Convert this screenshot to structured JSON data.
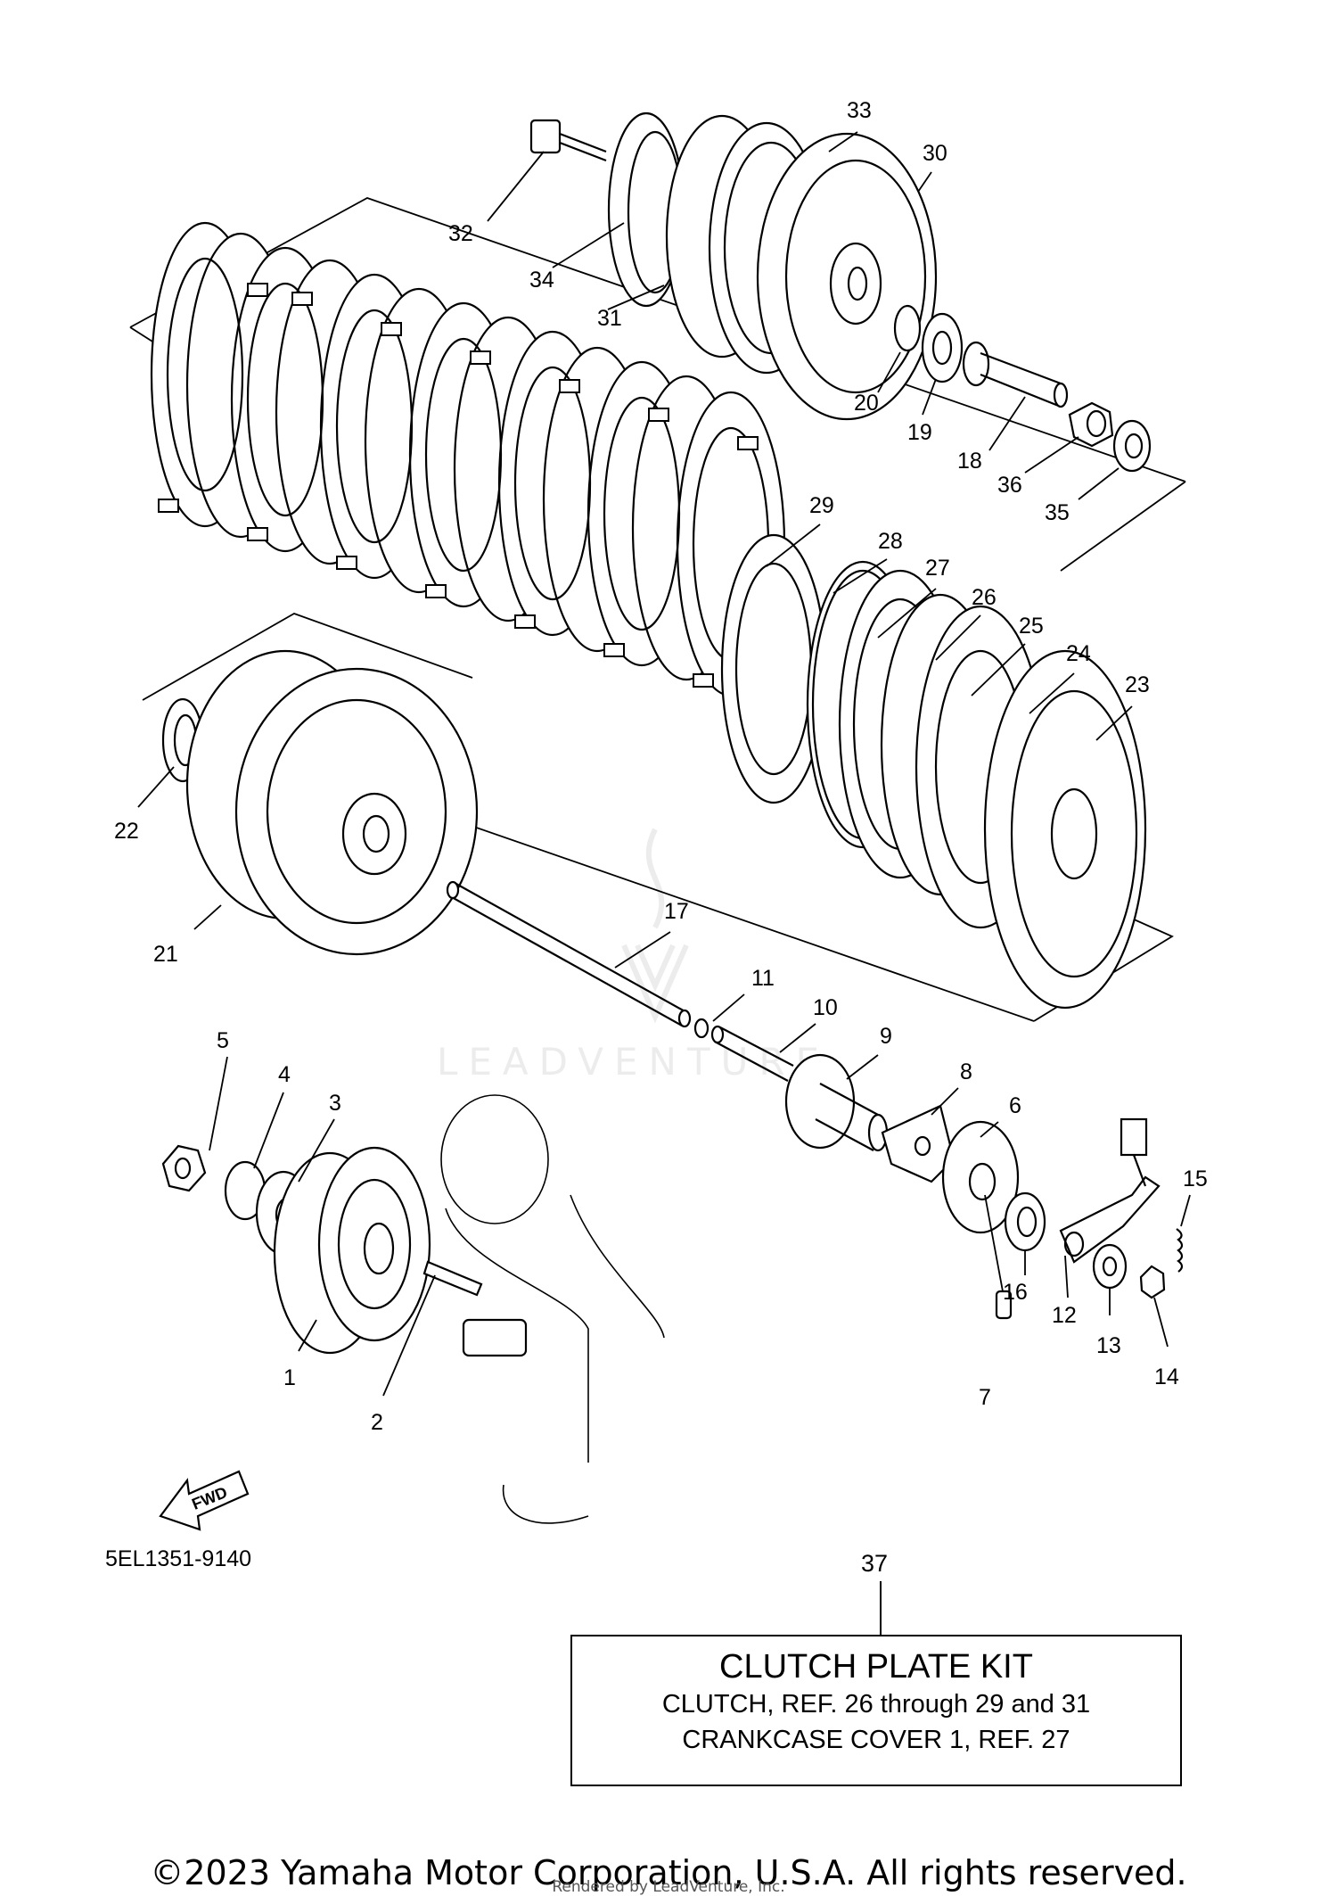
{
  "diagram": {
    "code": "5EL1351-9140",
    "watermark": "LEADVENTURE",
    "fwd_label": "FWD",
    "callouts": [
      "1",
      "2",
      "3",
      "4",
      "5",
      "6",
      "7",
      "8",
      "9",
      "10",
      "11",
      "12",
      "13",
      "14",
      "15",
      "16",
      "17",
      "18",
      "19",
      "20",
      "21",
      "22",
      "23",
      "24",
      "25",
      "26",
      "27",
      "28",
      "29",
      "30",
      "31",
      "32",
      "33",
      "34",
      "35",
      "36"
    ]
  },
  "kit": {
    "ref_number": "37",
    "title": "CLUTCH PLATE KIT",
    "line1": "CLUTCH, REF.  26 through 29 and 31",
    "line2": "CRANKCASE COVER 1, REF.  27"
  },
  "footer": {
    "copyright": "©2023 Yamaha Motor Corporation, U.S.A. All rights reserved.",
    "rendered_by": "Rendered by LeadVenture, Inc."
  }
}
